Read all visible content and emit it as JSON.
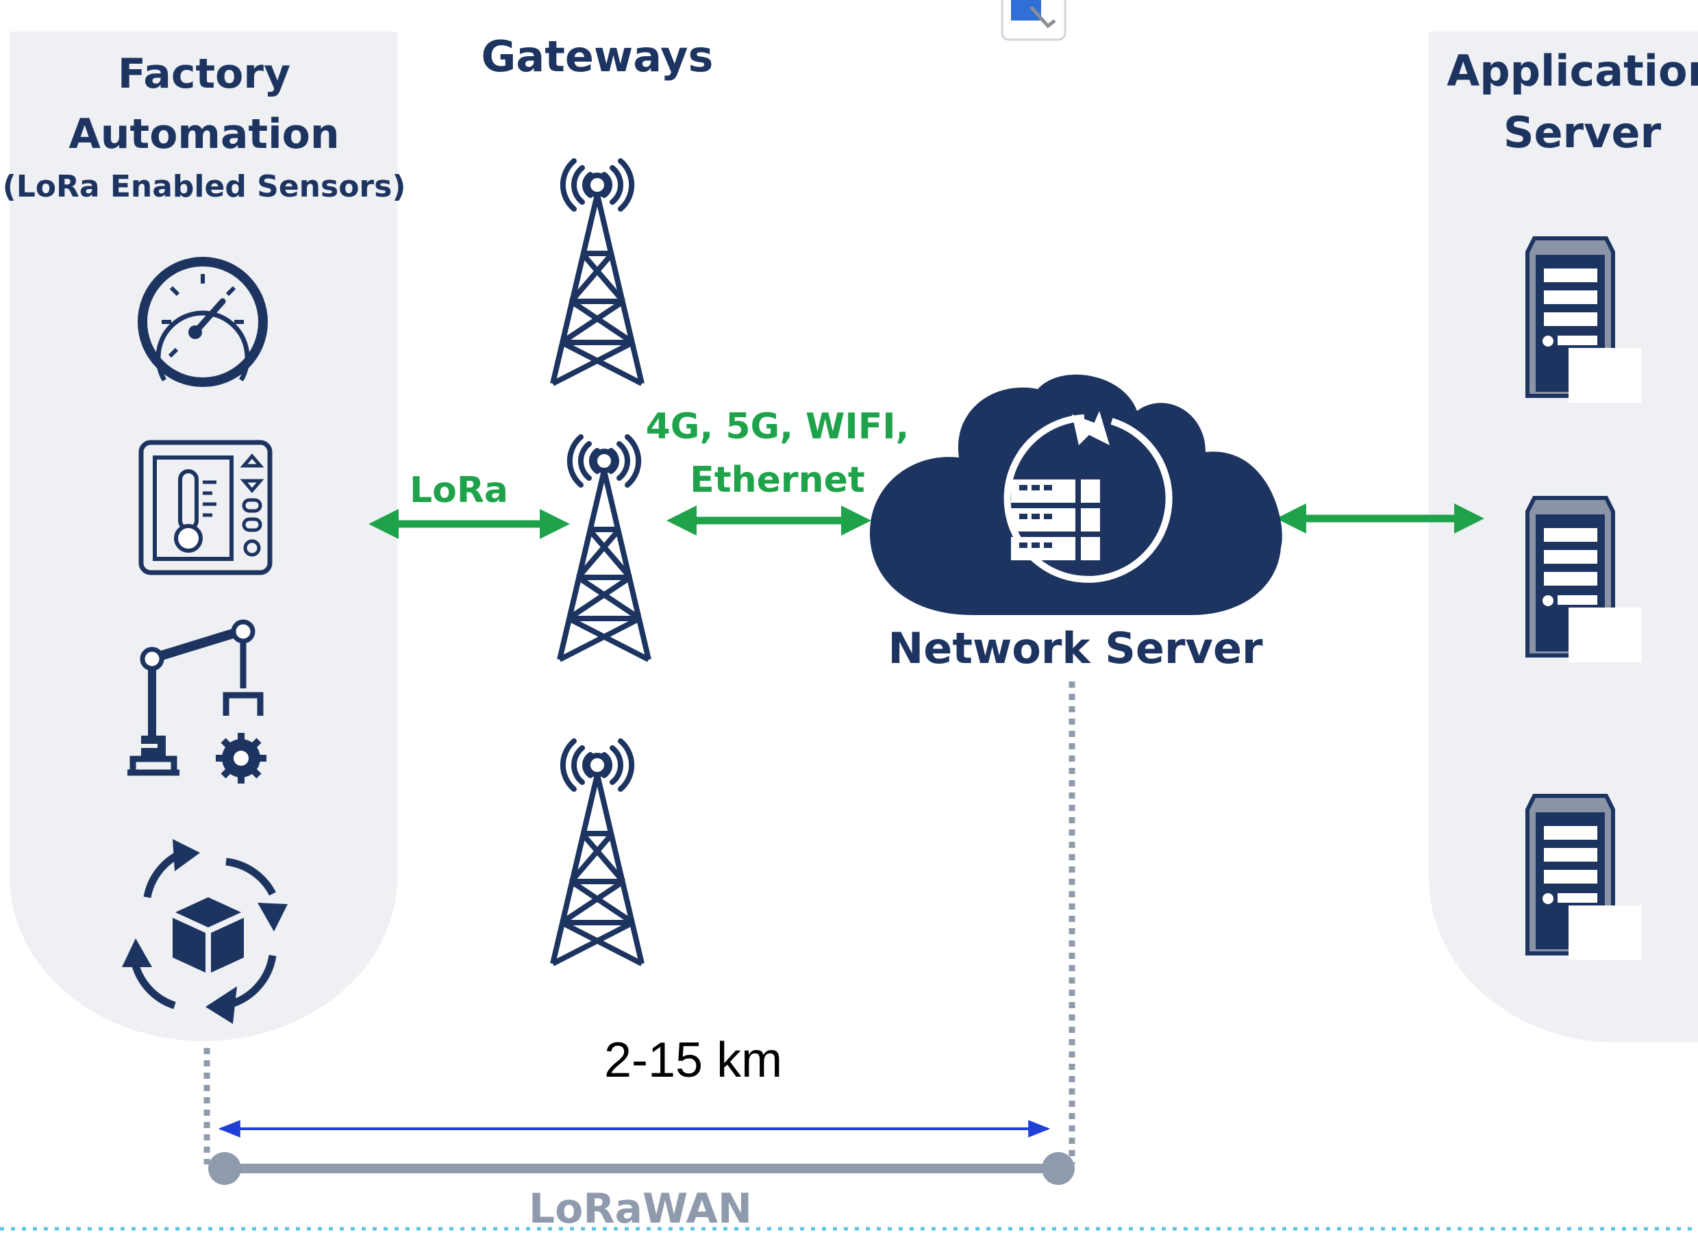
{
  "labels": {
    "factory_title_1": "Factory",
    "factory_title_2": "Automation",
    "factory_subtitle": "(LoRa Enabled Sensors)",
    "gateways_title": "Gateways",
    "app_title_1": "Application",
    "app_title_2": "Server",
    "lora_link": "LoRa",
    "backhaul_1": "4G, 5G, WIFI,",
    "backhaul_2": "Ethernet",
    "network_server": "Network Server",
    "distance": "2-15 km",
    "protocol": "LoRaWAN"
  },
  "colors": {
    "navy": "#1d3461",
    "green": "#1fa34a",
    "panel": "#eef0f4",
    "gray_line": "#8f9bad",
    "blue_arrow": "#1f3fd6",
    "dotted_cyan": "#5cc4e6"
  },
  "icons": {
    "sensors": [
      "gauge-icon",
      "thermostat-icon",
      "robot-arm-icon",
      "cube-cycle-icon"
    ],
    "gateways": [
      "tower-icon",
      "tower-icon",
      "tower-icon"
    ],
    "servers": [
      "server-icon",
      "server-icon",
      "server-icon"
    ],
    "network": "cloud-server-icon"
  }
}
